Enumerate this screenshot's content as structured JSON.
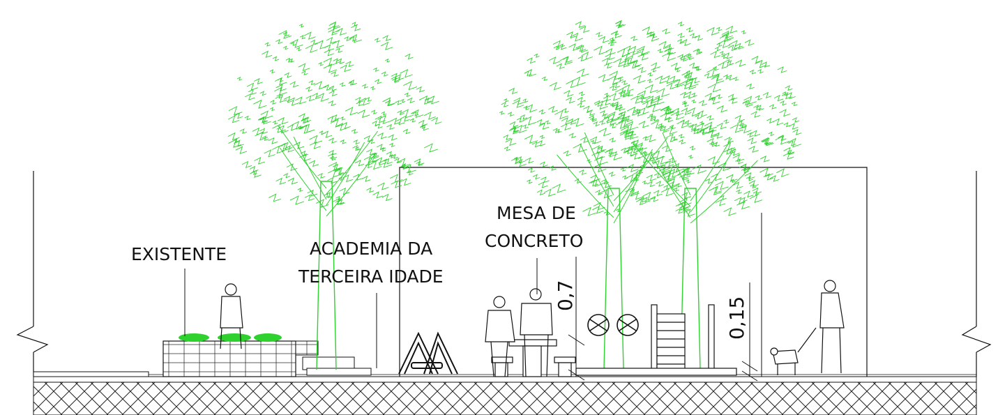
{
  "labels": {
    "existente": "EXISTENTE",
    "academia_line1": "ACADEMIA DA",
    "academia_line2": "TERCEIRA IDADE",
    "mesa_line1": "MESA DE",
    "mesa_line2": "CONCRETO"
  },
  "dimensions": {
    "height_1": "0,7",
    "height_2": "0,15"
  },
  "colors": {
    "foliage": "#2fd12f",
    "trunk": "#2fd12f",
    "line": "#111111",
    "ground_hatch": "#222222"
  }
}
